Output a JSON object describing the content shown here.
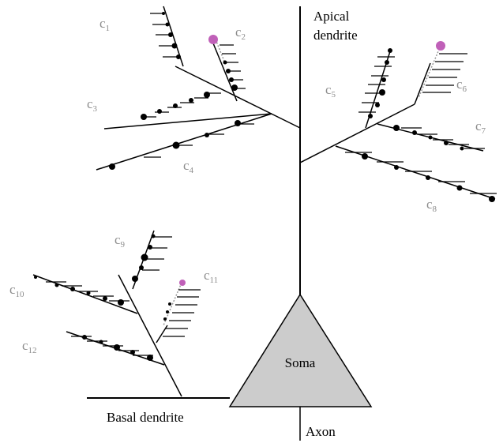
{
  "labels": {
    "apical_line1": "Apical",
    "apical_line2": "dendrite",
    "soma": "Soma",
    "basal": "Basal dendrite",
    "axon": "Axon"
  },
  "clusters": [
    {
      "letter": "c",
      "index": "1"
    },
    {
      "letter": "c",
      "index": "2"
    },
    {
      "letter": "c",
      "index": "3"
    },
    {
      "letter": "c",
      "index": "4"
    },
    {
      "letter": "c",
      "index": "5"
    },
    {
      "letter": "c",
      "index": "6"
    },
    {
      "letter": "c",
      "index": "7"
    },
    {
      "letter": "c",
      "index": "8"
    },
    {
      "letter": "c",
      "index": "9"
    },
    {
      "letter": "c",
      "index": "10"
    },
    {
      "letter": "c",
      "index": "11"
    },
    {
      "letter": "c",
      "index": "12"
    }
  ],
  "colors": {
    "line": "#000000",
    "soma_fill": "#cccccc",
    "cluster_label": "#8c8c8c",
    "highlight_synapse": "#c060b8",
    "dashed_segment": "#999999"
  }
}
